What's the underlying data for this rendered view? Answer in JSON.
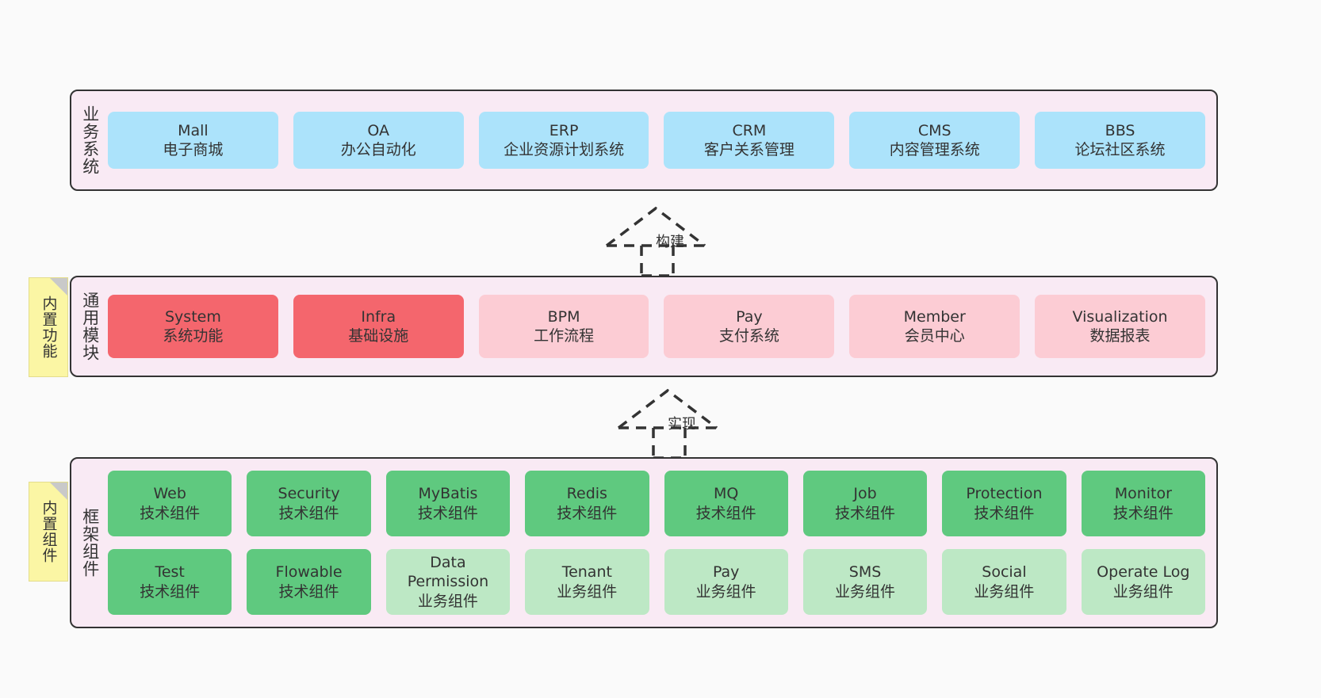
{
  "diagram": {
    "background_color": "#fafafa",
    "layer_fill": "#f9eaf4",
    "layer_border": "#333333",
    "colors": {
      "blue": "#ace3fb",
      "red_strong": "#f4666d",
      "red_light": "#fcccd4",
      "green_strong": "#5fc97f",
      "green_light": "#bde8c5",
      "sticky_yellow": "#fbf6a4"
    }
  },
  "layers": {
    "business": {
      "title": "业务系统",
      "cards": [
        {
          "en": "Mall",
          "cn": "电子商城",
          "style": "blue"
        },
        {
          "en": "OA",
          "cn": "办公自动化",
          "style": "blue"
        },
        {
          "en": "ERP",
          "cn": "企业资源计划系统",
          "style": "blue"
        },
        {
          "en": "CRM",
          "cn": "客户关系管理",
          "style": "blue"
        },
        {
          "en": "CMS",
          "cn": "内容管理系统",
          "style": "blue"
        },
        {
          "en": "BBS",
          "cn": "论坛社区系统",
          "style": "blue"
        }
      ]
    },
    "modules": {
      "title": "通用模块",
      "sticky": "内置功能",
      "cards": [
        {
          "en": "System",
          "cn": "系统功能",
          "style": "red-strong"
        },
        {
          "en": "Infra",
          "cn": "基础设施",
          "style": "red-strong"
        },
        {
          "en": "BPM",
          "cn": "工作流程",
          "style": "red-light"
        },
        {
          "en": "Pay",
          "cn": "支付系统",
          "style": "red-light"
        },
        {
          "en": "Member",
          "cn": "会员中心",
          "style": "red-light"
        },
        {
          "en": "Visualization",
          "cn": "数据报表",
          "style": "red-light"
        }
      ]
    },
    "framework": {
      "title": "框架组件",
      "sticky": "内置组件",
      "row1": [
        {
          "en": "Web",
          "cn": "技术组件",
          "style": "green-strong"
        },
        {
          "en": "Security",
          "cn": "技术组件",
          "style": "green-strong"
        },
        {
          "en": "MyBatis",
          "cn": "技术组件",
          "style": "green-strong"
        },
        {
          "en": "Redis",
          "cn": "技术组件",
          "style": "green-strong"
        },
        {
          "en": "MQ",
          "cn": "技术组件",
          "style": "green-strong"
        },
        {
          "en": "Job",
          "cn": "技术组件",
          "style": "green-strong"
        },
        {
          "en": "Protection",
          "cn": "技术组件",
          "style": "green-strong"
        },
        {
          "en": "Monitor",
          "cn": "技术组件",
          "style": "green-strong"
        }
      ],
      "row2": [
        {
          "en": "Test",
          "cn": "技术组件",
          "style": "green-strong"
        },
        {
          "en": "Flowable",
          "cn": "技术组件",
          "style": "green-strong"
        },
        {
          "en": "Data Permission",
          "cn": "业务组件",
          "style": "green-light"
        },
        {
          "en": "Tenant",
          "cn": "业务组件",
          "style": "green-light"
        },
        {
          "en": "Pay",
          "cn": "业务组件",
          "style": "green-light"
        },
        {
          "en": "SMS",
          "cn": "业务组件",
          "style": "green-light"
        },
        {
          "en": "Social",
          "cn": "业务组件",
          "style": "green-light"
        },
        {
          "en": "Operate Log",
          "cn": "业务组件",
          "style": "green-light"
        }
      ]
    }
  },
  "connectors": [
    {
      "id": "build",
      "label": "构建",
      "style": "dashed-generalization",
      "direction": "up"
    },
    {
      "id": "realize",
      "label": "实现",
      "style": "dashed-generalization",
      "direction": "up"
    }
  ]
}
